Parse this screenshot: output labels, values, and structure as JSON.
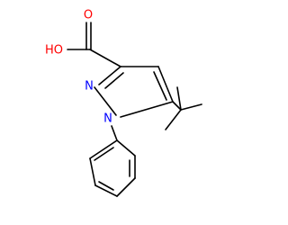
{
  "labels": {
    "carbonyl_oxygen": "O",
    "hydroxyl": "HO",
    "ring_nitrogen_2": "N",
    "ring_nitrogen_1": "N"
  },
  "colors": {
    "oxygen": "#ff0000",
    "nitrogen": "#0000ff",
    "bond": "#000000",
    "background": "#ffffff"
  }
}
